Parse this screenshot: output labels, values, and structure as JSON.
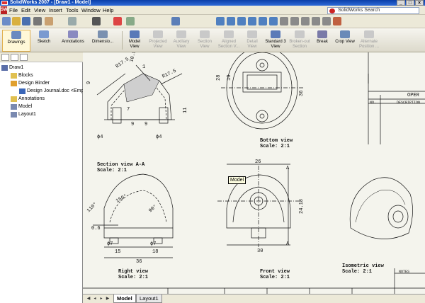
{
  "window": {
    "title": "SolidWorks 2007 - [Draw1 - Model]",
    "min": "_",
    "max": "□",
    "close": "×"
  },
  "menu": {
    "file": "File",
    "edit": "Edit",
    "view": "View",
    "insert": "Insert",
    "tools": "Tools",
    "window": "Window",
    "help": "Help"
  },
  "search": {
    "label": "SolidWorks Search"
  },
  "cmd": {
    "drawings": "Drawings",
    "sketch": "Sketch",
    "annotations": "Annotations",
    "dimensions": "Dimensio...",
    "model_view": "Model View",
    "projected_view": "Projected View",
    "auxiliary_view": "Auxiliary View",
    "section_view": "Section View",
    "aligned_section": "Aligned Section V...",
    "detail_view": "Detail View",
    "standard3": "Standard 3 View",
    "broken_out": "Broken-out Section",
    "break": "Break",
    "crop_view": "Crop View",
    "alternate": "Alternate Position ..."
  },
  "tree": {
    "root": "Draw1",
    "blocks": "Blocks",
    "design_binder": "Design Binder",
    "design_journal": "Design Journal.doc <Empty>",
    "annotations": "Annotations",
    "model": "Model",
    "layout": "Layout1"
  },
  "tabs": {
    "model": "Model",
    "layout": "Layout1"
  },
  "drawing": {
    "section_title": "Section view A-A",
    "section_scale": "Scale:  2:1",
    "bottom_title": "Bottom view",
    "bottom_scale": "Scale:  2:1",
    "right_title": "Right view",
    "right_scale": "Scale:  2:1",
    "front_title": "Front view",
    "front_scale": "Scale:  2:1",
    "iso_title": "Isometric view",
    "iso_scale": "Scale:  2:1",
    "tooltip": "Model",
    "notes": "NOTES",
    "oper": "OPER",
    "col_no": "NO.",
    "col_desc": "DESCRIPTION",
    "dims": {
      "d9": "9",
      "r175a": "R17.5",
      "d10_5": "10.5",
      "r175b": "R17.5",
      "d7": "7",
      "d11": "11",
      "d9b": "9",
      "d9c": "9",
      "phi4a": "ϕ4",
      "phi4b": "ϕ4",
      "d28": "28",
      "d10": "10",
      "d36": "36",
      "d26": "26",
      "d24_18": "24.18",
      "d30": "30",
      "d18": "18",
      "d15": "15",
      "d36b": "36",
      "d0_6": "0.6",
      "a110": "110°",
      "a150": "150°",
      "a90": "90°",
      "phi7a": "ϕ7",
      "phi7b": "ϕ7",
      "A1": "A",
      "A2": "A",
      "d1": "1"
    }
  }
}
